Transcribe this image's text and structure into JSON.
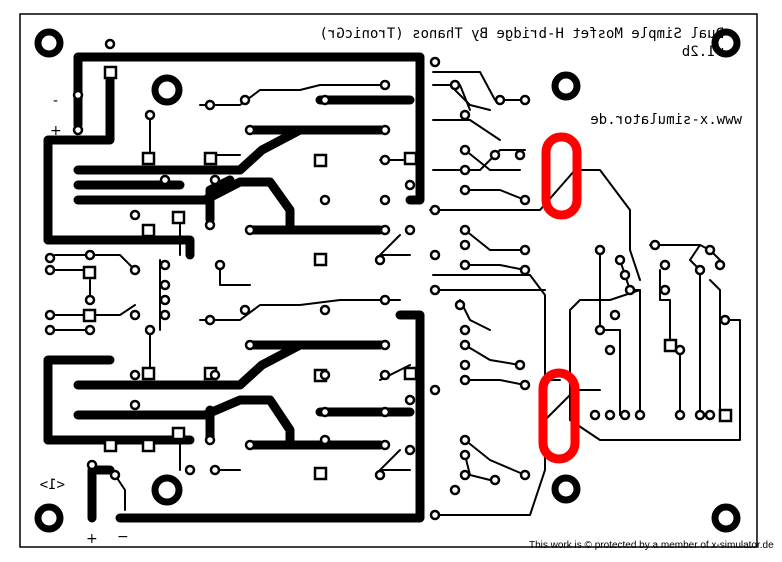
{
  "board": {
    "title_line": "Dual Simple Mosfet H-bridge By Thanos (TronicGr)",
    "version": "v1.2b",
    "website": "www.x-simulator.de",
    "left_minus": "-",
    "left_plus": "+",
    "bottom_plus": "+",
    "bottom_minus": "−",
    "corner_label": "<1>",
    "footer": "This work is © protected by a member of x-simulator.de"
  },
  "colors": {
    "copper": "#000000",
    "background": "#ffffff",
    "highlight": "#ff0000"
  }
}
